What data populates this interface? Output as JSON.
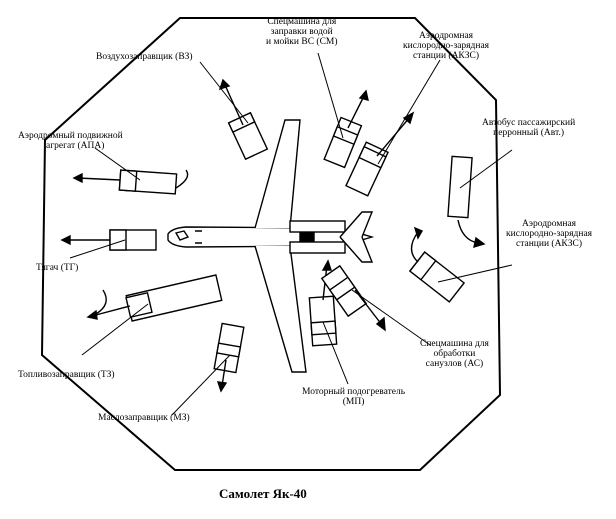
{
  "caption": "Самолет Як-40",
  "labels": {
    "vz": "Воздухозаправщик (ВЗ)",
    "sm": [
      "Спецмашина для",
      "заправки водой",
      "и мойки ВС (СМ)"
    ],
    "akzs_top": [
      "Аэродромная",
      "кислородно-зарядная",
      "станции (АКЗС)"
    ],
    "apa": [
      "Аэродромный подвижной",
      "агрегат (АПА)"
    ],
    "avt": [
      "Автобус пассажирский",
      "перронный (Авт.)"
    ],
    "akzs_right": [
      "Аэродромная",
      "кислородно-зарядная",
      "станции (АКЗС)"
    ],
    "tg": "Тягач (ТГ)",
    "tz": "Топливозаправщик (ТЗ)",
    "as": [
      "Спецмашина для",
      "обработки",
      "санузлов (АС)"
    ],
    "mz": "Маслозаправщик (МЗ)",
    "mp": [
      "Моторный подогреватель",
      "(МП)"
    ]
  }
}
